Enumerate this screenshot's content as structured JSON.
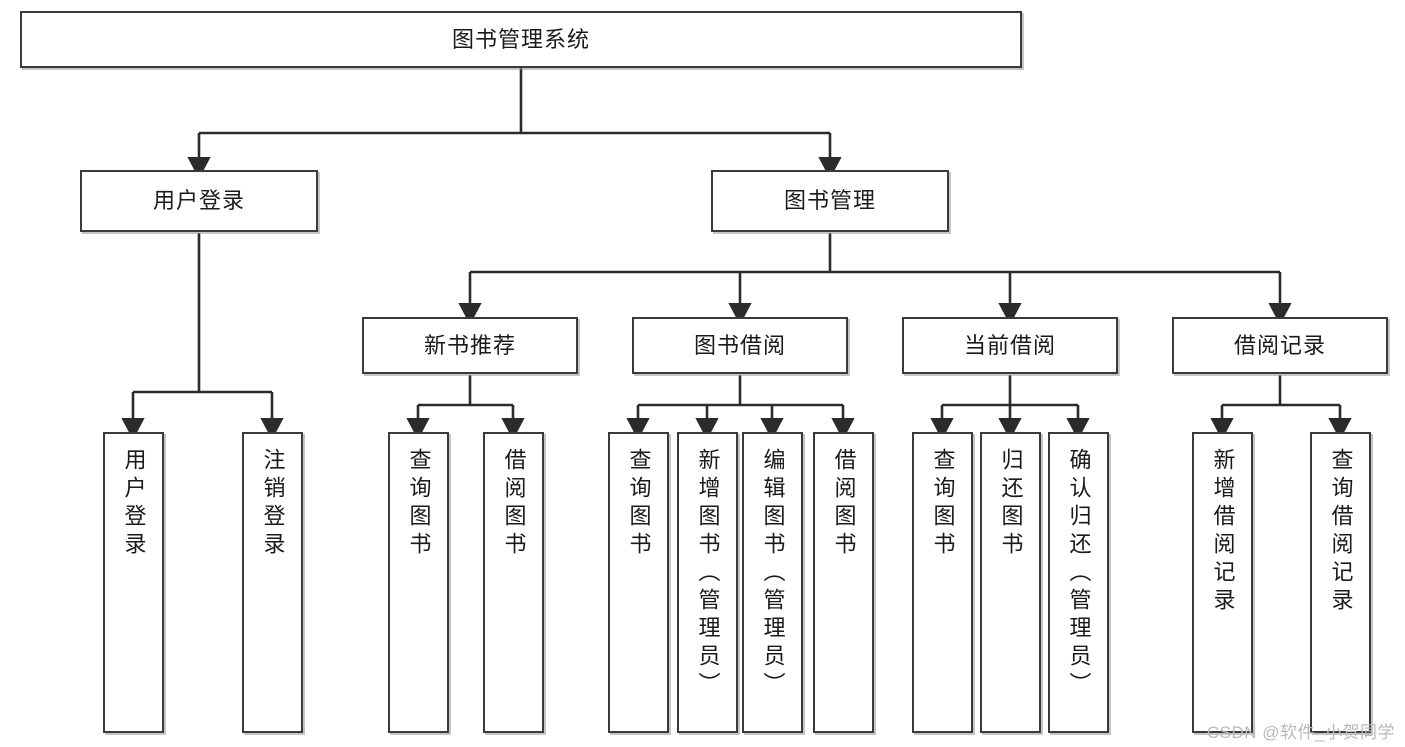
{
  "diagram": {
    "title": "图书管理系统",
    "type": "tree-hierarchy",
    "watermark": "CSDN @软件_小贺同学",
    "colors": {
      "box_border": "#3a3a3a",
      "box_fill": "#ffffff",
      "edge": "#2b2b2b",
      "text": "#1a1a1a",
      "watermark": "#b9b9b9"
    },
    "nodes": {
      "root": {
        "label": "图书管理系统"
      },
      "level2": [
        {
          "id": "user-login",
          "label": "用户登录"
        },
        {
          "id": "book-manage",
          "label": "图书管理"
        }
      ],
      "level3": [
        {
          "id": "new-book-recommend",
          "label": "新书推荐"
        },
        {
          "id": "book-borrow",
          "label": "图书借阅"
        },
        {
          "id": "current-borrow",
          "label": "当前借阅"
        },
        {
          "id": "borrow-record",
          "label": "借阅记录"
        }
      ],
      "leaves": {
        "user-login": [
          {
            "id": "leaf-user-login",
            "label": "用户登录"
          },
          {
            "id": "leaf-user-logout",
            "label": "注销登录"
          }
        ],
        "new-book-recommend": [
          {
            "id": "leaf-query-book-1",
            "label": "查询图书"
          },
          {
            "id": "leaf-borrow-book-1",
            "label": "借阅图书"
          }
        ],
        "book-borrow": [
          {
            "id": "leaf-query-book-2",
            "label": "查询图书"
          },
          {
            "id": "leaf-add-book",
            "label": "新增图书（管理员）"
          },
          {
            "id": "leaf-edit-book",
            "label": "编辑图书（管理员）"
          },
          {
            "id": "leaf-borrow-book-2",
            "label": "借阅图书"
          }
        ],
        "current-borrow": [
          {
            "id": "leaf-query-book-3",
            "label": "查询图书"
          },
          {
            "id": "leaf-return-book",
            "label": "归还图书"
          },
          {
            "id": "leaf-confirm-return",
            "label": "确认归还（管理员）"
          }
        ],
        "borrow-record": [
          {
            "id": "leaf-add-record",
            "label": "新增借阅记录"
          },
          {
            "id": "leaf-query-record",
            "label": "查询借阅记录"
          }
        ]
      }
    }
  }
}
